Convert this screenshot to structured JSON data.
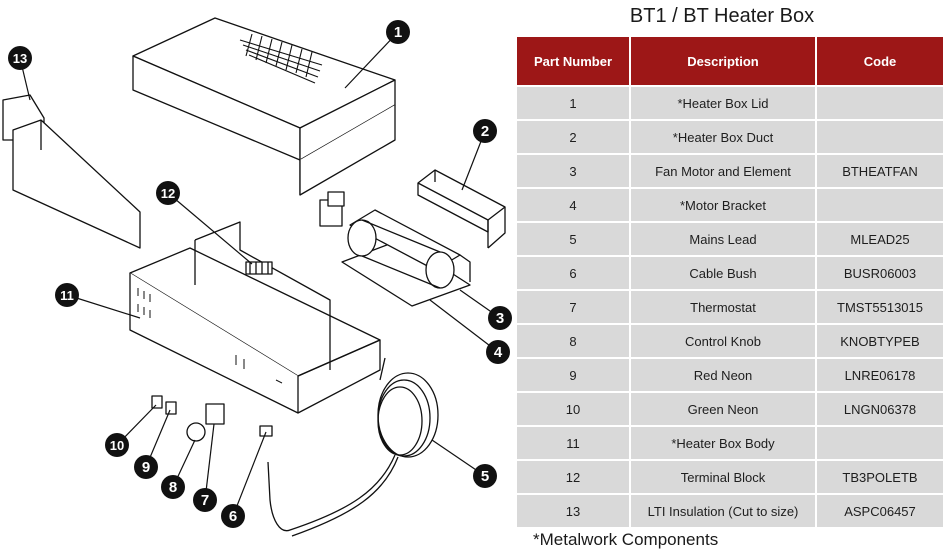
{
  "title": "BT1 / BT Heater Box",
  "table": {
    "headers": [
      "Part Number",
      "Description",
      "Code"
    ],
    "rows": [
      {
        "part": "1",
        "description": "*Heater Box Lid",
        "code": ""
      },
      {
        "part": "2",
        "description": "*Heater Box Duct",
        "code": ""
      },
      {
        "part": "3",
        "description": "Fan Motor and Element",
        "code": "BTHEATFAN"
      },
      {
        "part": "4",
        "description": "*Motor Bracket",
        "code": ""
      },
      {
        "part": "5",
        "description": "Mains Lead",
        "code": "MLEAD25"
      },
      {
        "part": "6",
        "description": "Cable Bush",
        "code": "BUSR06003"
      },
      {
        "part": "7",
        "description": "Thermostat",
        "code": "TMST5513015"
      },
      {
        "part": "8",
        "description": "Control Knob",
        "code": "KNOBTYPEB"
      },
      {
        "part": "9",
        "description": "Red Neon",
        "code": "LNRE06178"
      },
      {
        "part": "10",
        "description": "Green Neon",
        "code": "LNGN06378"
      },
      {
        "part": "11",
        "description": "*Heater Box Body",
        "code": ""
      },
      {
        "part": "12",
        "description": "Terminal Block",
        "code": "TB3POLETB"
      },
      {
        "part": "13",
        "description": "LTI Insulation (Cut to size)",
        "code": "ASPC06457"
      }
    ]
  },
  "footnote": "*Metalwork Components",
  "callouts": [
    "1",
    "2",
    "3",
    "4",
    "5",
    "6",
    "7",
    "8",
    "9",
    "10",
    "11",
    "12",
    "13"
  ],
  "colors": {
    "header_bg": "#9d1717",
    "row_bg": "#d9d9d9",
    "callout_bg": "#111111"
  }
}
